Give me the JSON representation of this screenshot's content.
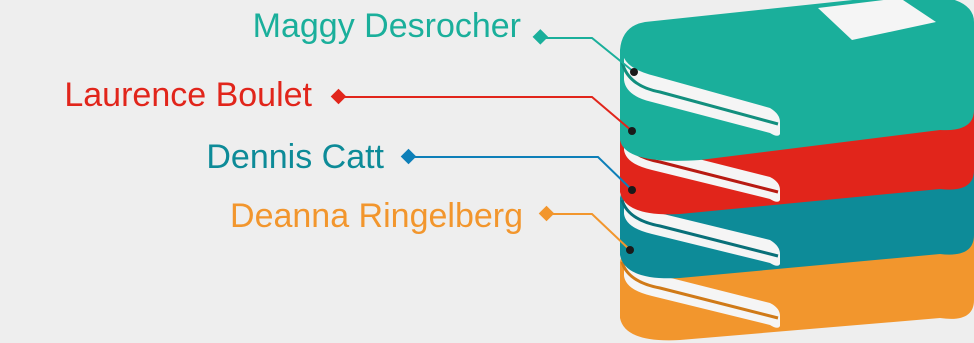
{
  "people": [
    {
      "name": "Maggy Desrocher",
      "color": "#1aaf9b",
      "icon": "green-book-icon"
    },
    {
      "name": "Laurence Boulet",
      "color": "#e1251b",
      "icon": "red-book-icon"
    },
    {
      "name": "Dennis Catt",
      "color": "#0d8b98",
      "icon": "teal-book-icon"
    },
    {
      "name": "Deanna Ringelberg",
      "color": "#f2962d",
      "icon": "orange-book-icon"
    }
  ],
  "colors": {
    "background": "#eeeeee",
    "page_edge": "#f5f5f5",
    "spine_dark": "#0a0a0a"
  }
}
